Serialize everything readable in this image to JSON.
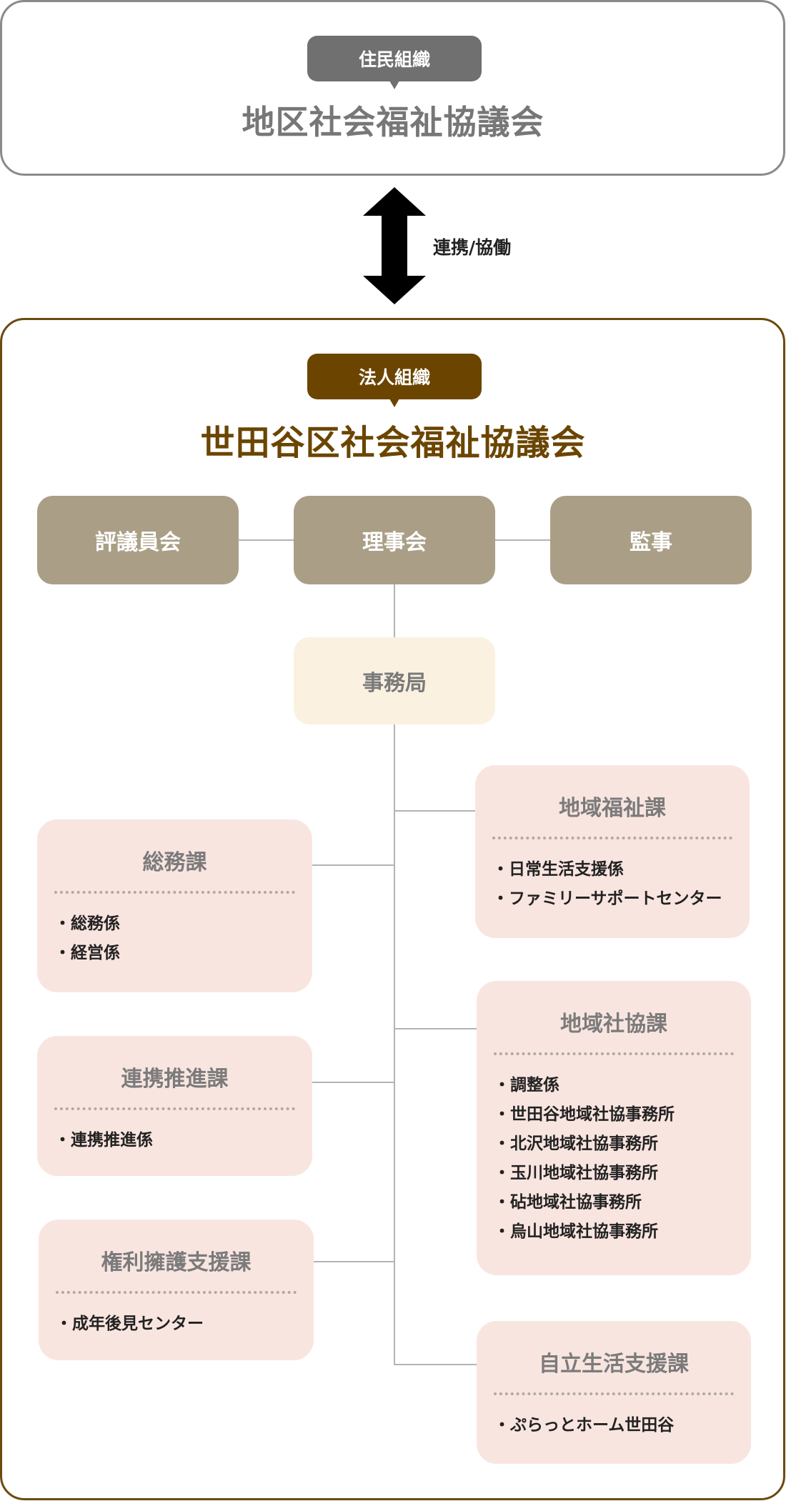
{
  "resident_org": {
    "tag": "住民組織",
    "title": "地区社会福祉協議会"
  },
  "relation": {
    "label": "連携/協働"
  },
  "corporate_org": {
    "tag": "法人組織",
    "title": "世田谷区社会福祉協議会",
    "boards": [
      {
        "label": "評議員会"
      },
      {
        "label": "理事会"
      },
      {
        "label": "監事"
      }
    ],
    "office": {
      "label": "事務局"
    },
    "sections": {
      "chiiki_fukushi": {
        "title": "地域福祉課",
        "items": [
          "日常生活支援係",
          "ファミリーサポートセンター"
        ]
      },
      "somu": {
        "title": "総務課",
        "items": [
          "総務係",
          "経営係"
        ]
      },
      "chiiki_shakyo": {
        "title": "地域社協課",
        "items": [
          "調整係",
          "世田谷地域社協事務所",
          "北沢地域社協事務所",
          "玉川地域社協事務所",
          "砧地域社協事務所",
          "烏山地域社協事務所"
        ]
      },
      "renkei": {
        "title": "連携推進課",
        "items": [
          "連携推進係"
        ]
      },
      "kenri": {
        "title": "権利擁護支援課",
        "items": [
          "成年後見センター"
        ]
      },
      "jiritsu": {
        "title": "自立生活支援課",
        "items": [
          "ぷらっとホーム世田谷"
        ]
      }
    }
  },
  "colors": {
    "resident_border": "#8a8a8a",
    "resident_tag": "#707070",
    "corporate_border": "#6b4a0f",
    "corporate_tag": "#6b4500",
    "board_fill": "#aa9f86",
    "office_fill": "#faf1e1",
    "section_fill": "#f9e5e0",
    "connector": "#b3b3b3"
  },
  "icons": {
    "relation_arrow": "double-headed-vertical-arrow-icon"
  }
}
